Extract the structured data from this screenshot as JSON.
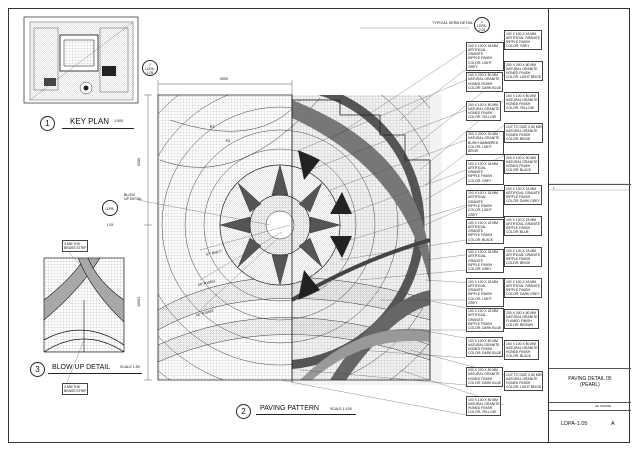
{
  "drawing": {
    "kerb_detail": "TYPICAL KERB DETAIL",
    "callout_top": {
      "number": "1",
      "ref": "LDPA-2.04"
    },
    "callout_left_top": {
      "number": "2",
      "ref": "LDPA-1.05"
    },
    "callout_left_mid": {
      "ref": "LDPA-1.05"
    },
    "blowup_note": "BLOW\nUP DETAIL",
    "dim_top": "9000",
    "dim_left": "6200",
    "dim_left2": "10051",
    "radius_labels": [
      "R2",
      "R1",
      "67° R6677",
      "54° R10811",
      "58° R15663"
    ]
  },
  "key_plan": {
    "number": "1",
    "title": "KEY PLAN",
    "scale": "1:500"
  },
  "blow_up": {
    "number": "3",
    "title": "BLOW UP DETAIL",
    "scale": "SCALE 1:50",
    "strip_top": "3 MM THK\nBRASS STRIP",
    "strip_bottom": "3 MM THK\nBRASS STRIP"
  },
  "paving_pattern": {
    "number": "2",
    "title": "PAVING PATTERN",
    "scale": "SCALE 1:100"
  },
  "material_labels_col1": [
    "100 X 100 X 18 MM\nARTIFICIAL GRANITE\nRIPPLE FINISH\nCOLOR: LIGHT GREY",
    "100 X 200 X 80 MM\nNATURAL GRANITE\nHONED FINISH\nCOLOR: DARK BLUE",
    "200 X 100 X 80 MM\nNATURAL GRANITE\nHONED FINISH\nCOLOR: YELLOW",
    "300 X 300 X 30 MM\nNATURAL GRANITE\nBUSH HAMMERED\nCOLOR: LIGHT BEIGE",
    "100 X 100 X 18 MM\nARTIFICIAL GRANITE\nRIPPLE FINISH\nCOLOR: GREY",
    "100 X 100 X 18 MM\nARTIFICIAL GRANITE\nRIPPLE FINISH\nCOLOR: LIGHT GREY",
    "100 X 100 X 18 MM\nARTIFICIAL GRANITE\nRIPPLE FINISH\nCOLOR: BLACK",
    "100 X 100 X 18 MM\nARTIFICIAL GRANITE\nRIPPLE FINISH\nCOLOR: GREY",
    "100 X 100 X 18 MM\nARTIFICIAL GRANITE\nRIPPLE FINISH\nCOLOR: LIGHT GREY",
    "100 X 100 X 18 MM\nARTIFICIAL GRANITE\nRIPPLE FINISH\nCOLOR: DARK BLUE",
    "100 X 100 X 80 MM\nNATURAL GRANITE\nHONED FINISH\nCOLOR: DARK BLUE",
    "200 X 200 X 80 MM\nNATURAL GRANITE\nHONED FINISH\nCOLOR: DARK BLUE",
    "100 X 100 X 80 MM\nNATURAL GRANITE\nHONED FINISH\nCOLOR: YELLOW"
  ],
  "material_labels_col2": [
    "100 X 100 X 18 MM\nARTIFICIAL GRANITE\nRIPPLE FINISH\nCOLOR: GREY",
    "200 X 200 X 80 MM\nNATURAL GRANITE\nHONED FINISH\nCOLOR: LIGHT BEIGE",
    "100 X 100 X 80 MM\nNATURAL GRANITE\nHONED FINISH\nCOLOR: YELLOW",
    "CUT TO SIZE X 80 MM\nNATURAL GRANITE\nHONED FINISH\nCOLOR: BEIGE",
    "200 X 100 X 80 MM\nNATURAL GRANITE\nHONED FINISH\nCOLOR: BLACK",
    "100 X 100 X 18 MM\nARTIFICIAL GRANITE\nRIPPLE FINISH\nCOLOR: DARK GREY",
    "100 X 100 X 18 MM\nARTIFICIAL GRANITE\nRIPPLE FINISH\nCOLOR: BLUE",
    "100 X 100 X 18 MM\nARTIFICIAL GRANITE\nRIPPLE FINISH\nCOLOR: BEIGE",
    "100 X 100 X 18 MM\nARTIFICIAL GRANITE\nRIPPLE FINISH\nCOLOR: DARK GREY",
    "200 X 300 X 80 MM\nNATURAL GRANITE\nFLAMED FINISH\nCOLOR: BROWN",
    "100 X 100 X 80 MM\nNATURAL GRANITE\nHONED FINISH\nCOLOR: BLACK",
    "CUT TO SIZE X 80 MM\nNATURAL GRANITE\nHONED FINISH\nCOLOR: LIGHT BEIGE"
  ],
  "title_block": {
    "sheet_title": "PAVING DETAIL 05\n(PEARL)",
    "sheet_number": "LDPA-1.05",
    "revision": "A",
    "small_note": "AS SHOWN",
    "rev_row": "1"
  },
  "colors": {
    "line": "#222222",
    "hatch_dark": "#555555",
    "hatch_light": "#bbbbbb"
  }
}
